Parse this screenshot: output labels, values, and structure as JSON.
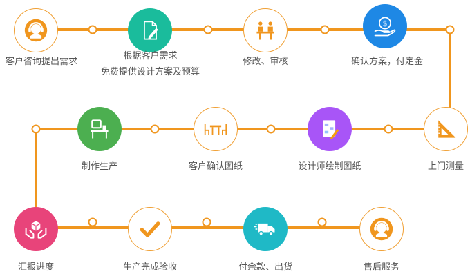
{
  "colors": {
    "line": "#f0961e",
    "orange": "#f0961e",
    "teal": "#1abc9c",
    "blue": "#1e88e5",
    "green": "#4caf50",
    "purple": "#a855f7",
    "pink": "#e8447a",
    "cyan": "#1fb9c6"
  },
  "steps": [
    {
      "label": "客户咨询提出需求",
      "icon": "headset-agent-icon"
    },
    {
      "label": "根据客户需求",
      "label2": "免费提供设计方案及预算",
      "icon": "document-pen-icon"
    },
    {
      "label": "修改、审核",
      "icon": "meeting-icon"
    },
    {
      "label": "确认方案，付定金",
      "icon": "money-hand-icon"
    },
    {
      "label": "上门测量",
      "icon": "set-square-icon"
    },
    {
      "label": "设计师绘制图纸",
      "icon": "drawing-board-icon"
    },
    {
      "label": "客户确认图纸",
      "icon": "table-chairs-icon"
    },
    {
      "label": "制作生产",
      "icon": "desk-workstation-icon"
    },
    {
      "label": "汇报进度",
      "icon": "hands-box-icon"
    },
    {
      "label": "生产完成验收",
      "icon": "checkmark-icon"
    },
    {
      "label": "付余款、出货",
      "icon": "delivery-truck-icon"
    },
    {
      "label": "售后服务",
      "icon": "customer-service-icon"
    }
  ]
}
